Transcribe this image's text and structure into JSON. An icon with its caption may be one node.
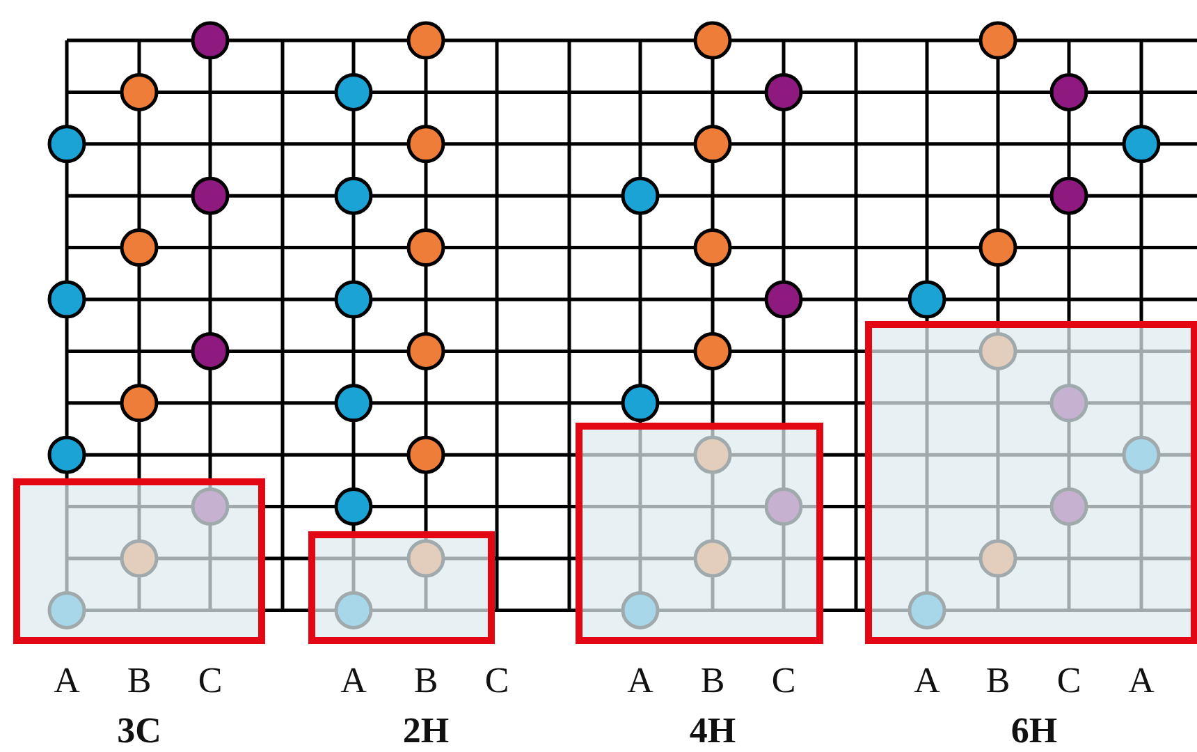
{
  "diagram": {
    "labels": [
      "A",
      "B",
      "C",
      "A",
      "B",
      "C",
      "A",
      "B",
      "C",
      "A",
      "B",
      "C",
      "A",
      "3C",
      "2H",
      "4H",
      "6H"
    ]
  }
}
